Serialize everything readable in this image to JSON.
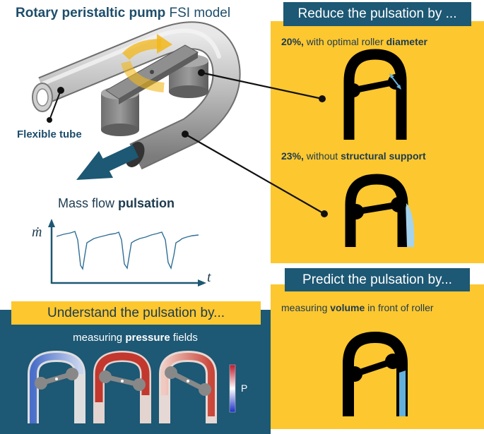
{
  "title": {
    "bold": "Rotary peristaltic pump",
    "rest": " FSI model"
  },
  "pump": {
    "tube_label": "Flexible tube"
  },
  "flow": {
    "label_prefix": "Mass flow ",
    "label_bold": "pulsation",
    "y_axis": "ṁ",
    "x_axis": "t"
  },
  "reduce": {
    "header": "Reduce the pulsation by ...",
    "item1": {
      "percent": "20%,",
      "text": " with optimal roller ",
      "bold": "diameter"
    },
    "item2": {
      "percent": "23%,",
      "text": " without ",
      "bold": "structural support"
    }
  },
  "predict": {
    "header": "Predict the pulsation by...",
    "text": "measuring ",
    "bold": "volume",
    "rest": " in front of roller"
  },
  "understand": {
    "header": "Understand the pulsation by...",
    "text": "measuring ",
    "bold": "pressure",
    "rest": " fields",
    "colorbar_label": "P"
  },
  "colors": {
    "navy": "#1d5874",
    "yellow": "#fdc72f",
    "dark_text": "#1d3b4f",
    "highlight_blue": "#6ab4dd"
  }
}
